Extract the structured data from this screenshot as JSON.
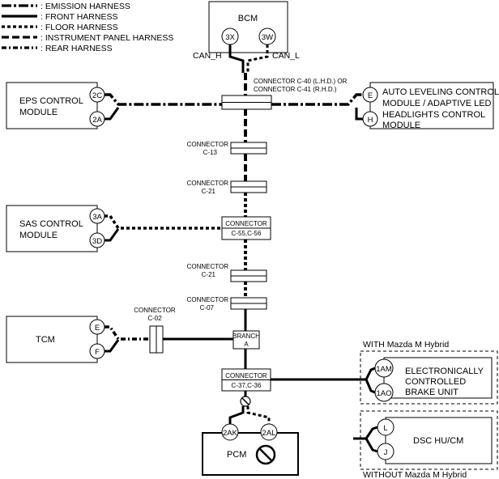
{
  "legend": [
    {
      "label": ": EMISSION HARNESS",
      "style": "emission"
    },
    {
      "label": ": FRONT HARNESS",
      "style": "front"
    },
    {
      "label": ": FLOOR HARNESS",
      "style": "floor"
    },
    {
      "label": ": INSTRUMENT PANEL HARNESS",
      "style": "instrument"
    },
    {
      "label": ": REAR HARNESS",
      "style": "rear"
    }
  ],
  "modules": {
    "bcm": {
      "name": "BCM",
      "pins": [
        "3X",
        "3W"
      ]
    },
    "eps": {
      "line1": "EPS CONTROL",
      "line2": "MODULE",
      "pins": [
        "2C",
        "2A"
      ]
    },
    "alc": {
      "line1": "AUTO LEVELING CONTROL",
      "line2": "MODULE / ADAPTIVE LED",
      "line3": "HEADLIGHTS CONTROL",
      "line4": "MODULE",
      "pins": [
        "E",
        "H"
      ]
    },
    "sas": {
      "line1": "SAS CONTROL",
      "line2": "MODULE",
      "pins": [
        "3A",
        "3D"
      ]
    },
    "tcm": {
      "name": "TCM",
      "pins": [
        "E",
        "F"
      ]
    },
    "ecb": {
      "line1": "ELECTRONICALLY",
      "line2": "CONTROLLED",
      "line3": "BRAKE UNIT",
      "pins": [
        "1AM",
        "1AO"
      ]
    },
    "dsc": {
      "name": "DSC HU/CM",
      "pins": [
        "L",
        "J"
      ]
    },
    "pcm": {
      "name": "PCM",
      "pins": [
        "2AK",
        "2AL"
      ]
    }
  },
  "can_labels": {
    "high": "CAN_H",
    "low": "CAN_L"
  },
  "connectors": {
    "c40": {
      "line1": "CONNECTOR C-40 (L.H.D.) OR",
      "line2": "CONNECTOR C-41 (R.H.D.)"
    },
    "c13": {
      "line1": "CONNECTOR",
      "line2": "C-13"
    },
    "c21a": {
      "line1": "CONNECTOR",
      "line2": "C-21"
    },
    "c5556": {
      "line1": "CONNECTOR",
      "line2": "C-55,C-56"
    },
    "c21b": {
      "line1": "CONNECTOR",
      "line2": "C-21"
    },
    "c07": {
      "line1": "CONNECTOR",
      "line2": "C-07"
    },
    "c02": {
      "line1": "CONNECTOR",
      "line2": "C-02"
    },
    "branch": {
      "line1": "BRANCH",
      "line2": "A"
    },
    "c3736": {
      "line1": "CONNECTOR",
      "line2": "C-37,C-36"
    }
  },
  "variants": {
    "with": "WITH Mazda M Hybrid",
    "without": "WITHOUT Mazda M Hybrid"
  },
  "icons": [
    "no-symbol-icon"
  ]
}
